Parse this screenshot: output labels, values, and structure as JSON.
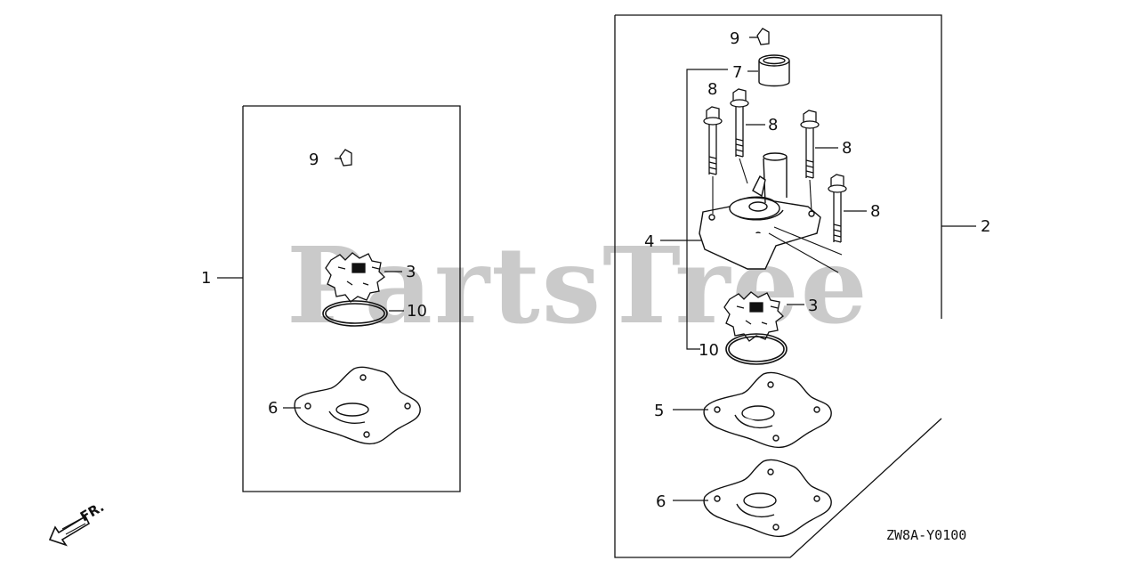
{
  "diagram": {
    "code": "ZW8A-Y0100",
    "direction": "FR.",
    "watermark": "PartsTree",
    "left_kit": {
      "callout": "1",
      "parts": {
        "clip": "9",
        "impeller": "3",
        "o_ring": "10",
        "gasket": "6"
      }
    },
    "right_kit": {
      "callout": "2",
      "parts": {
        "clip": "9",
        "collar": "7",
        "bolt_a": "8",
        "bolt_b": "8",
        "bolt_c": "8",
        "bolt_d": "8",
        "housing": "4",
        "impeller": "3",
        "o_ring": "10",
        "gasket_upper": "5",
        "gasket_lower": "6"
      }
    }
  }
}
